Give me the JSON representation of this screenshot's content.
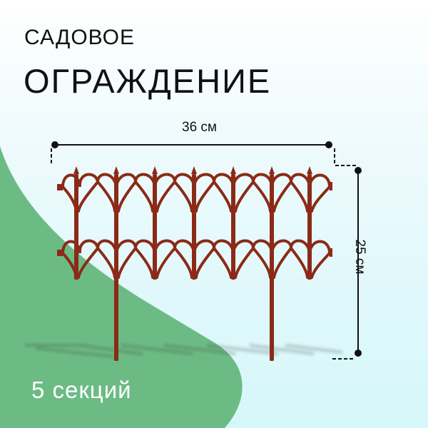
{
  "product": {
    "title_line1": "САДОВОЕ",
    "title_line2": "ОГРАЖДЕНИЕ",
    "width_label": "36 см",
    "height_label": "25 см",
    "sections_label": "5 секций"
  },
  "colors": {
    "fence": "#8b2a17",
    "green_shape": "#6cbb84",
    "background_top": "#ffffff",
    "background_bottom": "#d6f7fa",
    "dimension_lines": "#111111"
  }
}
